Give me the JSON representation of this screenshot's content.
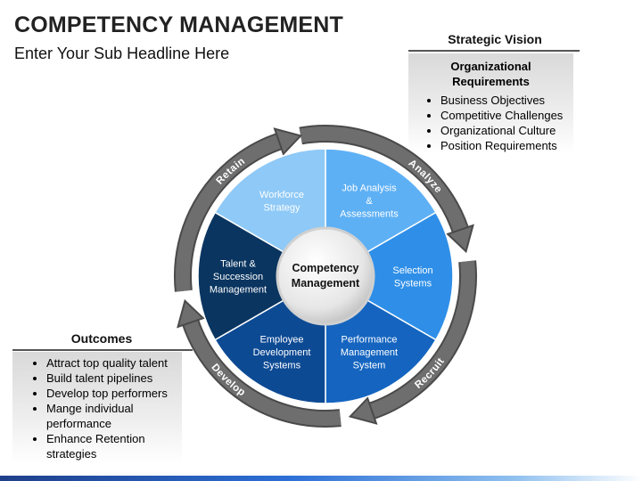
{
  "title": "COMPETENCY MANAGEMENT",
  "subtitle": "Enter Your Sub Headline Here",
  "strategic_vision": {
    "title": "Strategic Vision",
    "heading": "Organizational Requirements",
    "items": [
      "Business Objectives",
      "Competitive Challenges",
      "Organizational Culture",
      "Position Requirements"
    ]
  },
  "outcomes": {
    "title": "Outcomes",
    "items": [
      "Attract top quality talent",
      "Build talent pipelines",
      "Develop top performers",
      "Mange individual performance",
      "Enhance Retention strategies"
    ]
  },
  "center": [
    "Competency",
    "Management"
  ],
  "segments": [
    {
      "lines": [
        "Job Analysis",
        "&",
        "Assessments"
      ],
      "color": "#5eb0f5"
    },
    {
      "lines": [
        "Selection",
        "Systems"
      ],
      "color": "#2f8fe8"
    },
    {
      "lines": [
        "Performance",
        "Management",
        "System"
      ],
      "color": "#1565c0"
    },
    {
      "lines": [
        "Employee",
        "Development",
        "Systems"
      ],
      "color": "#0d4a94"
    },
    {
      "lines": [
        "Talent &",
        "Succession",
        "Management"
      ],
      "color": "#0a3560"
    },
    {
      "lines": [
        "Workforce",
        "Strategy"
      ],
      "color": "#8ec9f7"
    }
  ],
  "cycle_labels": [
    "Analyze",
    "Recruit",
    "Develop",
    "Retain"
  ],
  "colors": {
    "ring": "#6e6e6e",
    "center_fill": "#f2f2f2",
    "segment_text": "#ffffff"
  }
}
